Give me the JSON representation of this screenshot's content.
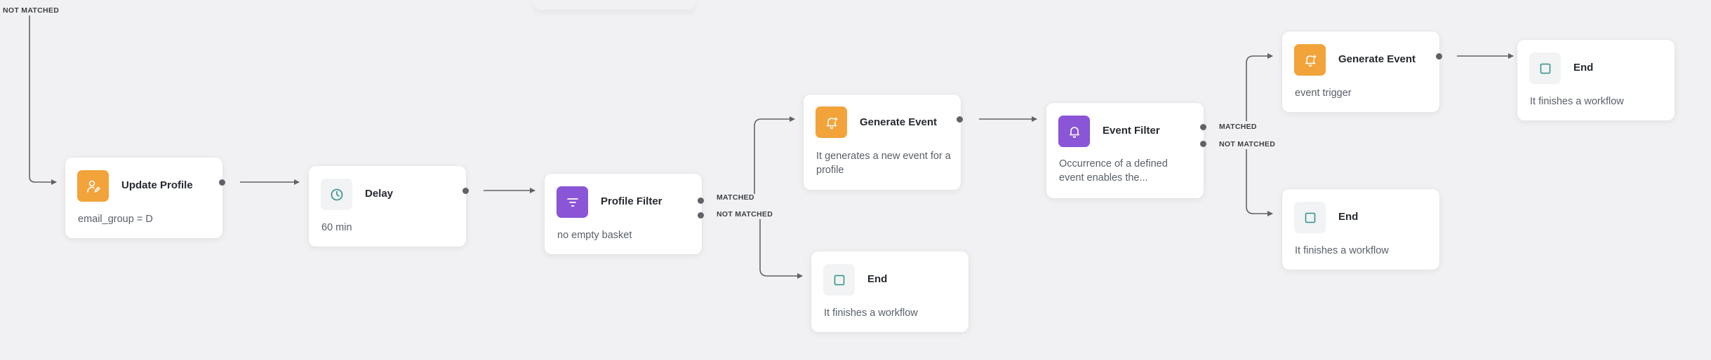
{
  "canvas": {
    "background": "#f1f1f3",
    "top_left_label": "NOT MATCHED"
  },
  "colors": {
    "action_orange": "#f2a33a",
    "filter_purple": "#8a55d6",
    "end_grey": "#f1f3f4",
    "end_teal": "#2f8f8a",
    "connector": "#5f6368"
  },
  "nodes": {
    "update_profile": {
      "title": "Update Profile",
      "desc": "email_group = D",
      "icon": "user-edit-icon"
    },
    "delay": {
      "title": "Delay",
      "desc": "60 min",
      "icon": "clock-icon"
    },
    "profile_filter": {
      "title": "Profile Filter",
      "desc": "no empty basket",
      "icon": "filter-icon"
    },
    "generate_event_1": {
      "title": "Generate Event",
      "desc": "It generates a new event for a profile",
      "icon": "event-bell-icon"
    },
    "end_1": {
      "title": "End",
      "desc": "It finishes a workflow",
      "icon": "square-icon"
    },
    "event_filter": {
      "title": "Event Filter",
      "desc": "Occurrence of a defined event enables the...",
      "icon": "bell-icon"
    },
    "generate_event_2": {
      "title": "Generate Event",
      "desc": "event trigger",
      "icon": "event-bell-icon"
    },
    "end_2": {
      "title": "End",
      "desc": "It finishes a workflow",
      "icon": "square-icon"
    },
    "end_3": {
      "title": "End",
      "desc": "It finishes a workflow",
      "icon": "square-icon"
    }
  },
  "branches": {
    "profile_filter_matched": "MATCHED",
    "profile_filter_not_matched": "NOT MATCHED",
    "event_filter_matched": "MATCHED",
    "event_filter_not_matched": "NOT MATCHED"
  }
}
